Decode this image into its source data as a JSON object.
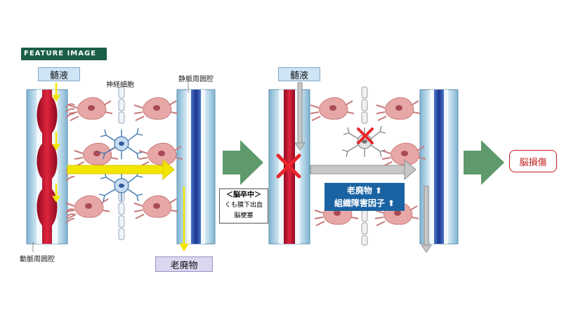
{
  "badge": "FEATURE IMAGE",
  "left_panel": {
    "csf": "髄液",
    "neuron": "神経細胞",
    "venous_space": "静脈周囲腔",
    "arterial_space": "動脈周囲腔",
    "waste": "老廃物"
  },
  "condition": {
    "title": "＜脳卒中＞",
    "line1": "くも膜下出血",
    "line2": "脳梗塞"
  },
  "right_panel": {
    "csf": "髄液",
    "increase1": "老廃物 ⬆",
    "increase2": "組織障害因子 ⬆"
  },
  "result": "脳損傷",
  "colors": {
    "badge": "#1b5e4a",
    "artery": "#c8102e",
    "vein": "#1f3f9e",
    "flow_arrow": "#f2e500",
    "blocked_arrow": "#b5b5b5",
    "big_arrow": "#5e9a6b",
    "astrocyte": "#e8a7a7",
    "x_mark": "#e8262a",
    "info_box": "#1a63a3"
  }
}
